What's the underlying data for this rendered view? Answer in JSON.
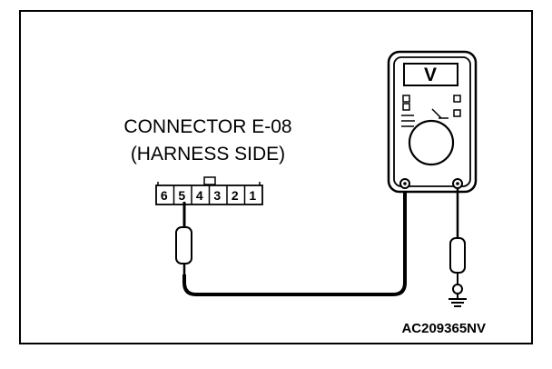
{
  "connector": {
    "title_line1": "CONNECTOR E-08",
    "title_line2": "(HARNESS SIDE)",
    "pins": [
      "6",
      "5",
      "4",
      "3",
      "2",
      "1"
    ]
  },
  "meter": {
    "display_symbol": "V"
  },
  "figure_code": "AC209365NV",
  "icons": {
    "meter": "voltmeter-icon",
    "ground": "ground-symbol-icon",
    "probe": "test-probe-icon"
  },
  "colors": {
    "line": "#000000",
    "background": "#ffffff"
  }
}
